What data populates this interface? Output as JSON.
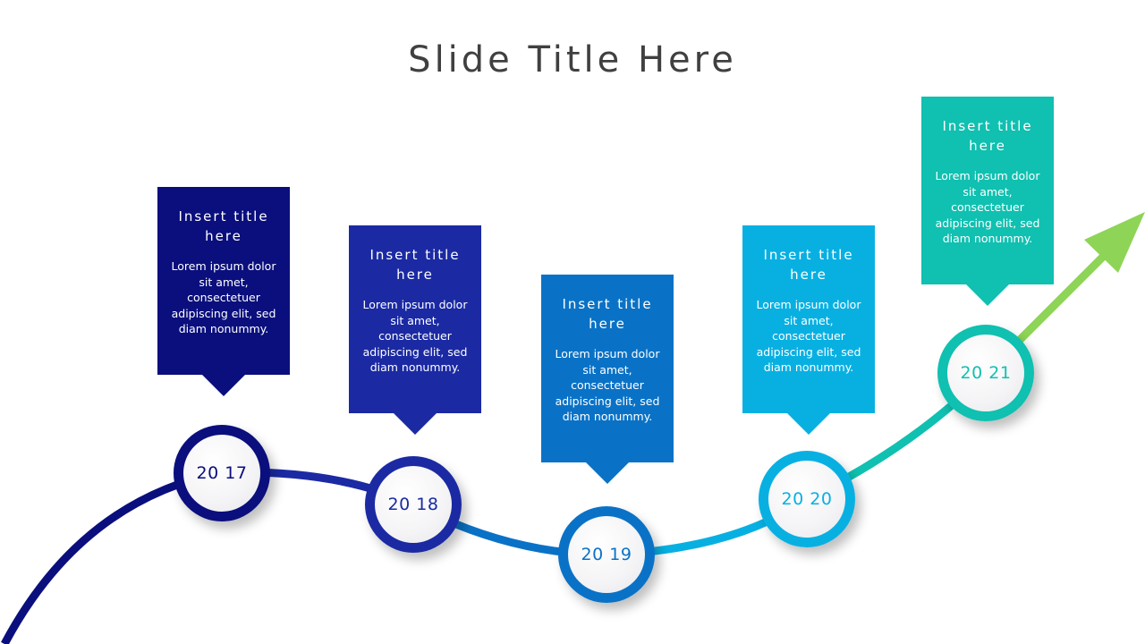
{
  "slide": {
    "title": "Slide Title Here"
  },
  "colors": {
    "c2017": "#0a0f7d",
    "c2018": "#1b2aa3",
    "c2019": "#0a72c6",
    "c2020": "#08b0e2",
    "c2021": "#10c0b0",
    "arrow": "#8ed456"
  },
  "milestones": [
    {
      "year": "20 17",
      "title": "Insert title here",
      "body": "Lorem ipsum dolor sit amet, consectetuer adipiscing elit, sed diam nonummy."
    },
    {
      "year": "20 18",
      "title": "Insert title here",
      "body": "Lorem ipsum dolor sit amet, consectetuer adipiscing elit, sed diam nonummy."
    },
    {
      "year": "20 19",
      "title": "Insert title here",
      "body": "Lorem ipsum dolor sit amet, consectetuer adipiscing elit, sed diam nonummy."
    },
    {
      "year": "20 20",
      "title": "Insert title here",
      "body": "Lorem ipsum dolor sit amet, consectetuer adipiscing elit, sed diam nonummy."
    },
    {
      "year": "20 21",
      "title": "Insert title here",
      "body": "Lorem ipsum dolor sit amet, consectetuer adipiscing elit, sed diam nonummy."
    }
  ]
}
